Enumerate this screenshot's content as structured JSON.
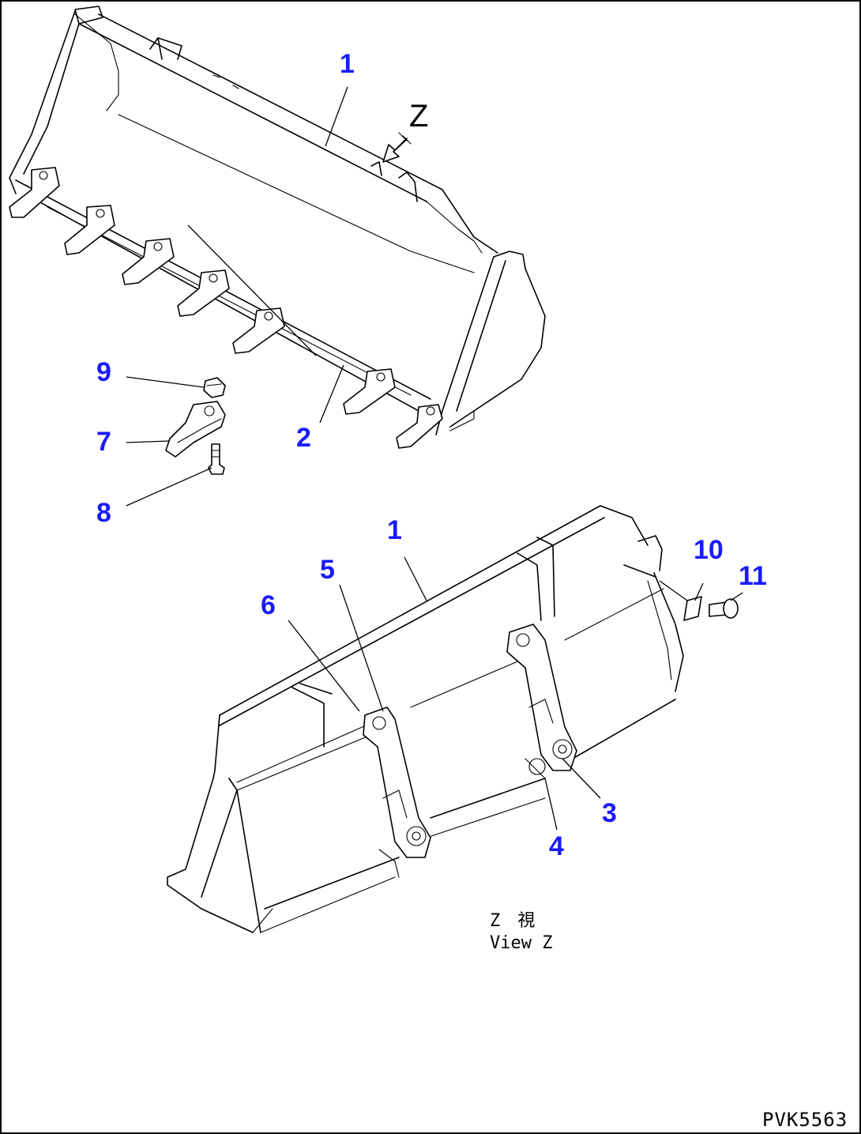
{
  "drawing": {
    "code": "PVK5563",
    "view_letter": "Z",
    "view_caption_kanji": "Z　視",
    "view_caption_english": "View Z"
  },
  "callouts": {
    "c1_top": "1",
    "c1_bottom": "1",
    "c2": "2",
    "c3": "3",
    "c4": "4",
    "c5": "5",
    "c6": "6",
    "c7": "7",
    "c8": "8",
    "c9": "9",
    "c10": "10",
    "c11": "11"
  }
}
